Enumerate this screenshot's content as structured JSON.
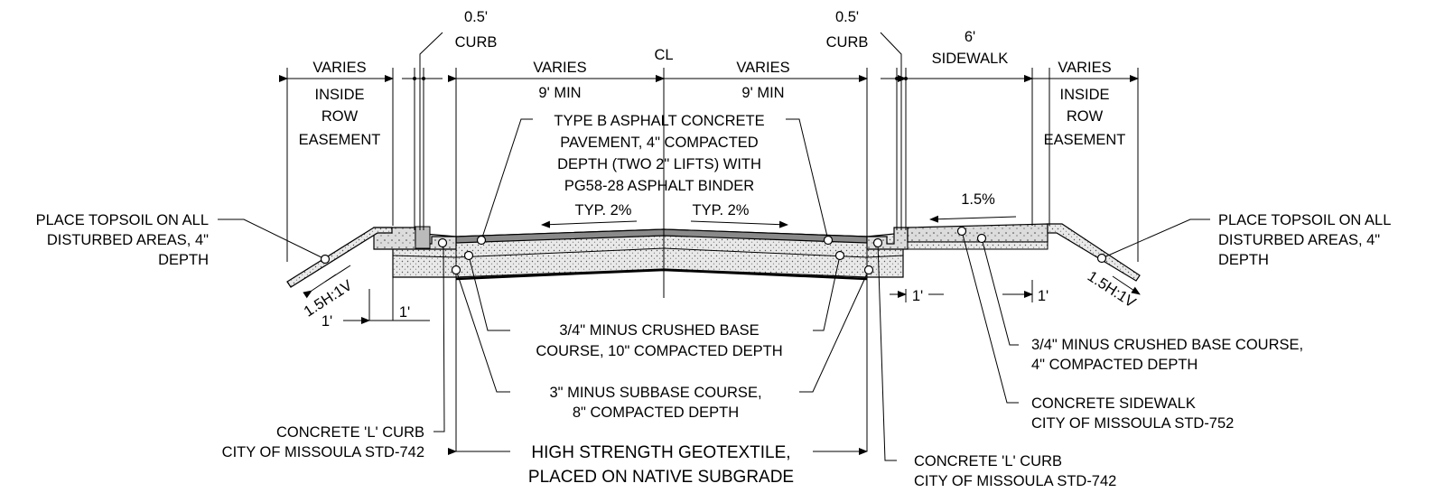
{
  "labels": {
    "curb_left_dim": "0.5'",
    "curb_left_word": "CURB",
    "curb_right_dim": "0.5'",
    "curb_right_word": "CURB",
    "cl": "CL",
    "sidewalk_dim": "6'",
    "sidewalk_word": "SIDEWALK",
    "varies_left": "VARIES",
    "inside_left": "INSIDE",
    "row_left": "ROW",
    "easement_left": "EASEMENT",
    "varies_lane_left": "VARIES",
    "min_lane_left": "9' MIN",
    "varies_lane_right": "VARIES",
    "min_lane_right": "9' MIN",
    "varies_right": "VARIES",
    "inside_right": "INSIDE",
    "row_right": "ROW",
    "easement_right": "EASEMENT",
    "asphalt_1": "TYPE B ASPHALT CONCRETE",
    "asphalt_2": "PAVEMENT, 4\" COMPACTED",
    "asphalt_3": "DEPTH (TWO 2\" LIFTS) WITH",
    "asphalt_4": "PG58-28 ASPHALT BINDER",
    "slope_left": "TYP. 2%",
    "slope_right": "TYP. 2%",
    "sidewalk_slope": "1.5%",
    "topsoil_left_1": "PLACE TOPSOIL ON ALL",
    "topsoil_left_2": "DISTURBED AREAS, 4\"",
    "topsoil_left_3": "DEPTH",
    "topsoil_right_1": "PLACE TOPSOIL ON ALL",
    "topsoil_right_2": "DISTURBED AREAS, 4\"",
    "topsoil_right_3": "DEPTH",
    "sideslope_left": "1.5H:1V",
    "sideslope_right": "1.5H:1V",
    "one_ft_a": "1'",
    "one_ft_b": "1'",
    "one_ft_c": "1'",
    "one_ft_d": "1'",
    "base_1": "3/4\" MINUS CRUSHED BASE",
    "base_2": "COURSE, 10\" COMPACTED DEPTH",
    "subbase_1": "3\" MINUS SUBBASE COURSE,",
    "subbase_2": "8\" COMPACTED DEPTH",
    "sw_base_1": "3/4\" MINUS CRUSHED BASE COURSE,",
    "sw_base_2": "4\" COMPACTED DEPTH",
    "sw_conc_1": "CONCRETE SIDEWALK",
    "sw_conc_2": "CITY OF MISSOULA STD-752",
    "curb_l_1": "CONCRETE 'L' CURB",
    "curb_l_2": "CITY OF MISSOULA STD-742",
    "curb_r_1": "CONCRETE 'L' CURB",
    "curb_r_2": "CITY OF MISSOULA STD-742",
    "geo_1": "HIGH STRENGTH GEOTEXTILE,",
    "geo_2": "PLACED ON NATIVE SUBGRADE"
  }
}
